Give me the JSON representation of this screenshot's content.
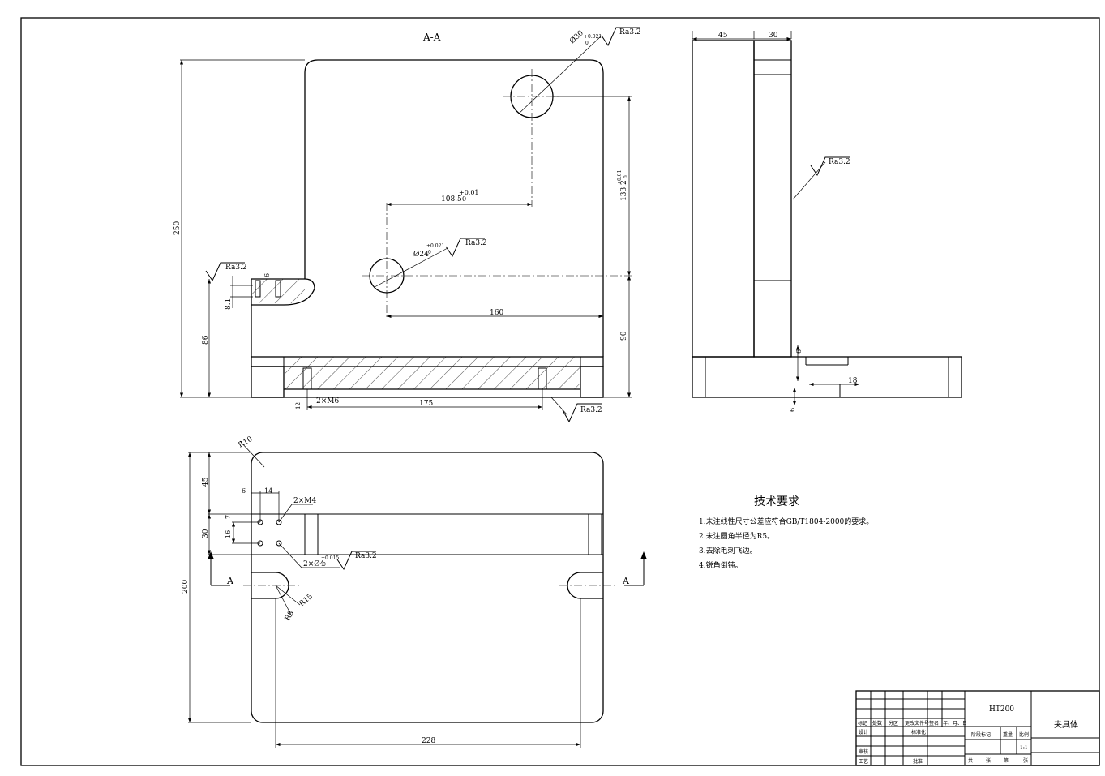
{
  "drawing": {
    "section_label": "A-A",
    "section_arrows": {
      "left": "A",
      "right": "A"
    },
    "main_view": {
      "dim_height": "250",
      "dim_low_height": "86",
      "dim_offset": "8.1",
      "dim_small": "6",
      "dim_hole_large": "Ø30",
      "tol_hole_large_upper": "+0.021",
      "tol_hole_large_lower": "0",
      "dim_horizontal_upper": "108.5",
      "tol_horizontal_upper_plus": "+0.01",
      "tol_horizontal_upper_lower": "0",
      "dim_vertical_right": "133.2",
      "tol_vertical_right_upper": "+0.01",
      "tol_vertical_right_lower": "0",
      "dim_hole_small": "Ø24",
      "tol_hole_small_upper": "+0.021",
      "tol_hole_small_lower": "0",
      "dim_center_distance": "160",
      "dim_vertical_lower": "90",
      "dim_base_width": "175",
      "dim_thread_note": "2×M6",
      "dim_thread_depth": "12"
    },
    "side_view": {
      "dim_width_left": "45",
      "dim_width_right": "30",
      "dim_step_top": "6",
      "dim_step_width": "18",
      "dim_step_bottom": "6"
    },
    "plan_view": {
      "dim_radius_corner": "R10",
      "dim_top_offset": "45",
      "dim_slot_width": "30",
      "dim_total_height": "200",
      "dim_small_a": "6",
      "dim_small_b": "14",
      "dim_small_c": "7",
      "dim_small_d": "16",
      "thread_note": "2×M4",
      "pin_note": "2×Ø4",
      "pin_tol_upper": "+0.015",
      "pin_tol_lower": "0",
      "dim_radius_slot": "R15",
      "dim_radius_slot_inner": "R8",
      "dim_bottom_width": "228"
    },
    "roughness_mark": "Ra3.2"
  },
  "technical_requirements": {
    "title": "技术要求",
    "items": [
      "1.未注线性尺寸公差应符合GB/T1804-2000的要求。",
      "2.未注圆角半径为R5。",
      "3.去除毛刺飞边。",
      "4.锐角倒钝。"
    ]
  },
  "title_block": {
    "material": "HT200",
    "part_name": "夹具体",
    "header_labels": [
      "标记",
      "处数",
      "分区",
      "更改文件号",
      "签名",
      "年、月、日"
    ],
    "row_labels": [
      "设计",
      "审核",
      "工艺"
    ],
    "standardization": "标准化",
    "approval": "批准",
    "stage_mark": "阶段标记",
    "weight": "重量",
    "scale_label": "比例",
    "scale_value": "1:1",
    "sheet_total": "共",
    "sheet_unit": "张",
    "sheet_no": "第",
    "sheet_unit2": "张"
  }
}
